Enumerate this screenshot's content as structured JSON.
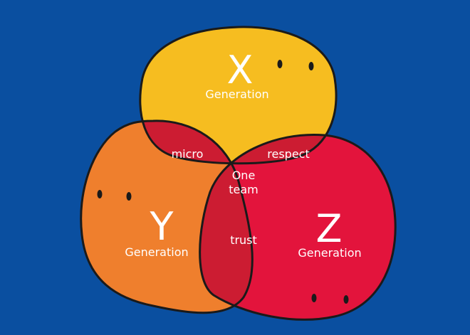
{
  "colors": {
    "background": "#0a4fa0",
    "x_blob": "#f6bd20",
    "y_blob": "#ef7f2d",
    "z_blob": "#e3143c",
    "pair_overlap": "#cc1c32",
    "center_overlap": "#8e1b28"
  },
  "sets": [
    {
      "letter": "X",
      "subtitle": "Generation"
    },
    {
      "letter": "Y",
      "subtitle": "Generation"
    },
    {
      "letter": "Z",
      "subtitle": "Generation"
    }
  ],
  "overlaps": {
    "xy": "micro",
    "xz": "respect",
    "yz": "trust",
    "center_line1": "One",
    "center_line2": "team"
  }
}
